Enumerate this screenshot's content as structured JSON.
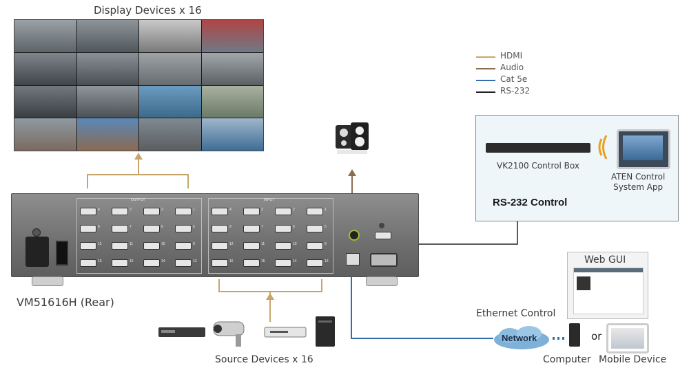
{
  "labels": {
    "display_devices": "Display Devices x 16",
    "device_name": "VM51616H (Rear)",
    "source_devices": "Source Devices x 16",
    "vk2100": "VK2100 Control Box",
    "aten_app": "ATEN Control\nSystem App",
    "rs232_control": "RS-232 Control",
    "web_gui": "Web GUI",
    "ethernet_control": "Ethernet Control",
    "network": "Network",
    "or": "or",
    "computer": "Computer",
    "mobile_device": "Mobile Device",
    "panel_output": "OUTPUT",
    "panel_input": "INPUT"
  },
  "legend": [
    {
      "label": "HDMI",
      "color": "#c8a46a"
    },
    {
      "label": "Audio",
      "color": "#8a6e4e"
    },
    {
      "label": "Cat 5e",
      "color": "#2f6fae"
    },
    {
      "label": "RS-232",
      "color": "#222222"
    }
  ],
  "port_numbers": {
    "output": [
      "4",
      "3",
      "2",
      "1",
      "8",
      "7",
      "6",
      "5",
      "12",
      "11",
      "10",
      "9",
      "16",
      "15",
      "14",
      "13"
    ],
    "input": [
      "4",
      "3",
      "2",
      "1",
      "8",
      "7",
      "6",
      "5",
      "12",
      "11",
      "10",
      "9",
      "16",
      "15",
      "14",
      "13"
    ]
  }
}
